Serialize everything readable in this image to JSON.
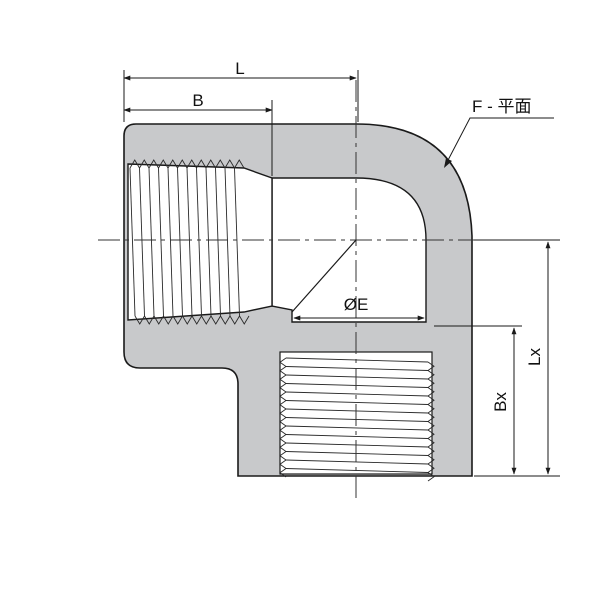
{
  "labels": {
    "L": "L",
    "B": "B",
    "F": "F - 平面",
    "E": "ØE",
    "Lx": "Lx",
    "Bx": "Bx"
  },
  "colors": {
    "body": "#c8c9cb",
    "outline": "#1a1a1a",
    "background": "#ffffff"
  }
}
